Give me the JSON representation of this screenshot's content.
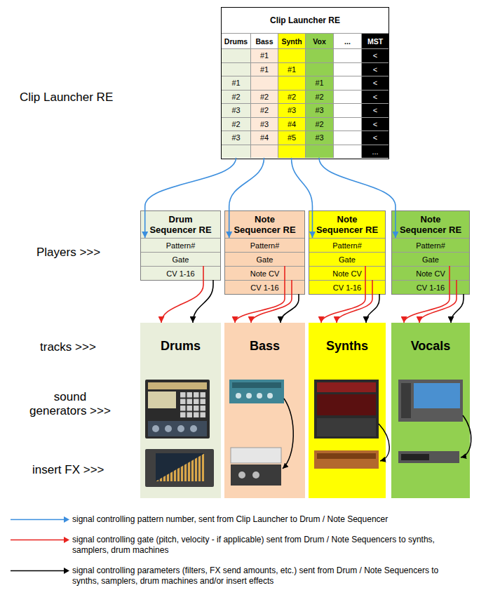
{
  "diagram": {
    "nodes": [
      {
        "text": [
          "Clip Launcher RE"
        ]
      },
      {
        "text": [
          "Drums",
          "#1",
          "#2",
          "#3",
          "#2",
          "#3"
        ],
        "in": 0
      },
      {
        "text": [
          "Bass",
          "#1",
          "#1",
          "#2",
          "#2",
          "#3",
          "#4"
        ],
        "in": 0
      },
      {
        "text": [
          "Synth",
          "#1",
          "#2",
          "#3",
          "#4",
          "#5"
        ],
        "in": 0
      },
      {
        "text": [
          "Vox",
          "#1",
          "#2",
          "#3",
          "#2",
          "#3"
        ],
        "in": 0
      },
      {
        "text": [
          "..."
        ],
        "in": 0
      },
      {
        "text": [
          "MST",
          "<",
          "<",
          "<",
          "<",
          "<",
          "<",
          "<",
          "..."
        ],
        "in": 0
      },
      {
        "text": [
          "Drum Sequencer RE"
        ]
      },
      {
        "text": [
          "Pattern#"
        ],
        "in": 7
      },
      {
        "text": [
          "Gate"
        ],
        "in": 7
      },
      {
        "text": [
          "CV 1-16"
        ],
        "in": 7
      },
      {
        "text": [
          "Note Sequencer RE"
        ]
      },
      {
        "text": [
          "Pattern#"
        ],
        "in": 11
      },
      {
        "text": [
          "Gate"
        ],
        "in": 11
      },
      {
        "text": [
          "Note CV"
        ],
        "in": 11
      },
      {
        "text": [
          "CV 1-16"
        ],
        "in": 11
      },
      {
        "text": [
          "Note Sequencer RE"
        ]
      },
      {
        "text": [
          "Pattern#"
        ],
        "in": 16
      },
      {
        "text": [
          "Gate"
        ],
        "in": 16
      },
      {
        "text": [
          "Note CV"
        ],
        "in": 16
      },
      {
        "text": [
          "CV 1-16"
        ],
        "in": 16
      },
      {
        "text": [
          "Note Sequencer RE"
        ]
      },
      {
        "text": [
          "Pattern#"
        ],
        "in": 21
      },
      {
        "text": [
          "Gate"
        ],
        "in": 21
      },
      {
        "text": [
          "Note CV"
        ],
        "in": 21
      },
      {
        "text": [
          "CV 1-16"
        ],
        "in": 21
      },
      {
        "text": [
          "Drums"
        ]
      },
      {
        "text": [
          "Bass"
        ]
      },
      {
        "text": [
          "Synths"
        ]
      },
      {
        "text": [
          "Vocals"
        ]
      }
    ],
    "edges": [
      {
        "from": 1,
        "to": 8,
        "arrow": "to"
      },
      {
        "from": 2,
        "to": 12,
        "arrow": "to"
      },
      {
        "from": 3,
        "to": 17,
        "arrow": "to"
      },
      {
        "from": 4,
        "to": 22,
        "arrow": "to"
      },
      {
        "from": 9,
        "to": 26,
        "arrow": "to"
      },
      {
        "from": 13,
        "to": 27,
        "arrow": "to"
      },
      {
        "from": 14,
        "to": 27,
        "arrow": "to"
      },
      {
        "from": 18,
        "to": 28,
        "arrow": "to"
      },
      {
        "from": 19,
        "to": 28,
        "arrow": "to"
      },
      {
        "from": 23,
        "to": 29,
        "arrow": "to"
      },
      {
        "from": 24,
        "to": 29,
        "arrow": "to"
      },
      {
        "from": 10,
        "to": 26,
        "arrow": "to"
      },
      {
        "from": 15,
        "to": 27,
        "arrow": "to"
      },
      {
        "from": 20,
        "to": 28,
        "arrow": "to"
      },
      {
        "from": 25,
        "to": 29,
        "arrow": "to"
      }
    ],
    "labels": [
      "Clip Launcher RE",
      "Players >>>",
      "tracks >>>",
      "sound generators >>>",
      "insert FX >>>"
    ],
    "legend": [
      {
        "text": "signal controlling pattern number, sent from Clip Launcher to Drum / Note Sequencer"
      },
      {
        "text": "signal controlling gate (pitch, velocity - if applicable) sent from Drum / Note Sequencers to synths, samplers, drum machines"
      },
      {
        "text": "signal controlling parameters (filters, FX send amounts, etc.) sent from Drum / Note Sequencers to synths, samplers, drum machines and/or insert effects"
      }
    ]
  }
}
